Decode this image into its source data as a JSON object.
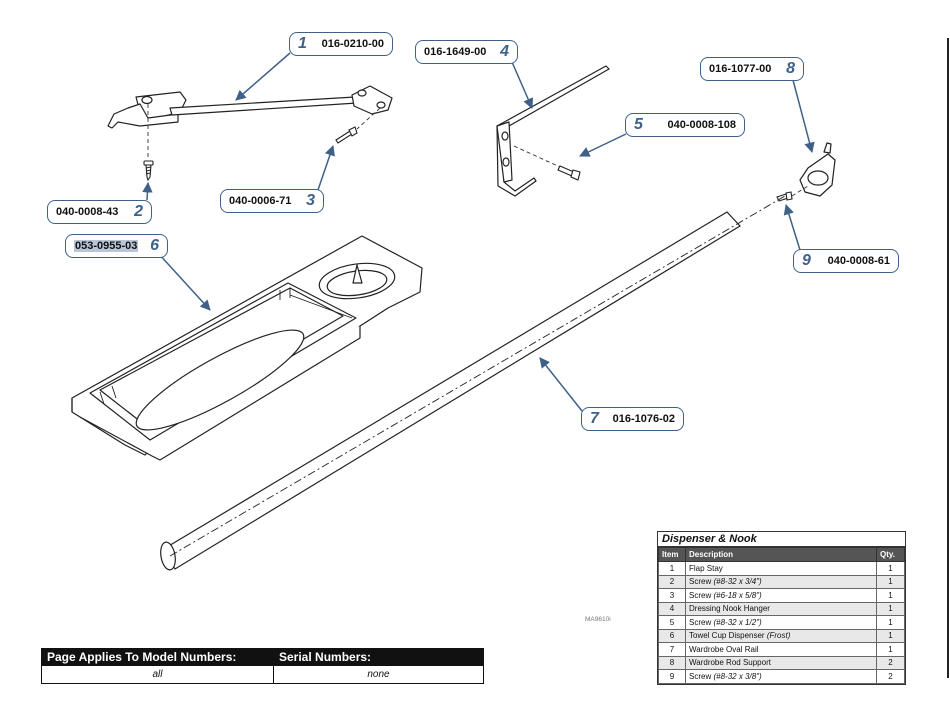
{
  "callouts": [
    {
      "num": "1",
      "part_number": "016-0210-00"
    },
    {
      "num": "2",
      "part_number": "040-0008-43"
    },
    {
      "num": "3",
      "part_number": "040-0006-71"
    },
    {
      "num": "4",
      "part_number": "016-1649-00"
    },
    {
      "num": "5",
      "part_number": "040-0008-108"
    },
    {
      "num": "6",
      "part_number": "053-0955-03"
    },
    {
      "num": "7",
      "part_number": "016-1076-02"
    },
    {
      "num": "8",
      "part_number": "016-1077-00"
    },
    {
      "num": "9",
      "part_number": "040-0008-61"
    }
  ],
  "watermark": "MA9610i",
  "parts_table": {
    "title": "Dispenser & Nook",
    "headers": [
      "Item",
      "Description",
      "Qty."
    ],
    "rows": [
      {
        "item": "1",
        "desc": "Flap Stay",
        "note": "",
        "qty": "1"
      },
      {
        "item": "2",
        "desc": "Screw",
        "note": "(#8-32 x 3/4\")",
        "qty": "1"
      },
      {
        "item": "3",
        "desc": "Screw",
        "note": "(#6-18 x 5/8\")",
        "qty": "1"
      },
      {
        "item": "4",
        "desc": "Dressing Nook Hanger",
        "note": "",
        "qty": "1"
      },
      {
        "item": "5",
        "desc": "Screw",
        "note": "(#8-32 x 1/2\")",
        "qty": "1"
      },
      {
        "item": "6",
        "desc": "Towel Cup Dispenser",
        "note": "(Frost)",
        "qty": "1"
      },
      {
        "item": "7",
        "desc": "Wardrobe Oval Rail",
        "note": "",
        "qty": "1"
      },
      {
        "item": "8",
        "desc": "Wardrobe Rod Support",
        "note": "",
        "qty": "2"
      },
      {
        "item": "9",
        "desc": "Screw",
        "note": "(#8-32 x 3/8\")",
        "qty": "2"
      }
    ]
  },
  "models_table": {
    "model_header": "Page Applies To Model Numbers:",
    "serial_header": "Serial Numbers:",
    "model_value": "all",
    "serial_value": "none"
  },
  "colors": {
    "accent": "#3f6188",
    "highlight": "#b9c6d8"
  }
}
